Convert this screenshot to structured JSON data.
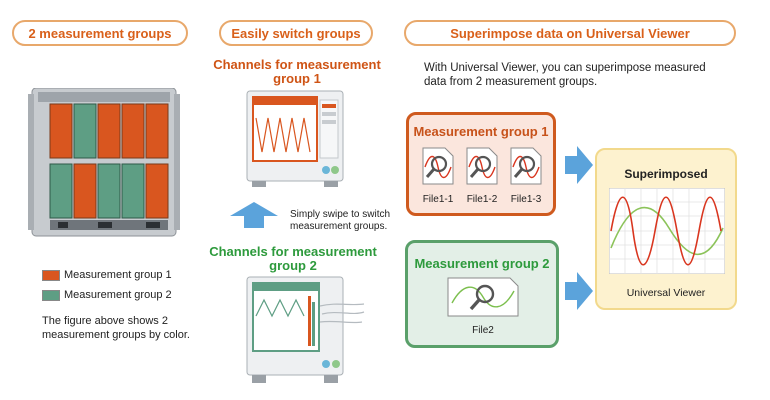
{
  "headers": {
    "groups": "2 measurement groups",
    "switch": "Easily switch groups",
    "superimpose": "Superimpose data on Universal Viewer"
  },
  "legend": {
    "group1": "Measurement group 1",
    "group2": "Measurement group 2",
    "note": "The figure above shows 2 measurement groups by color."
  },
  "switching": {
    "channels_group1": "Channels for measurement group 1",
    "channels_group2": "Channels for measurement group 2",
    "swipe_note": "Simply swipe to switch measurement groups."
  },
  "viewer": {
    "description": "With Universal Viewer, you can superimpose measured data from 2 measurement groups.",
    "group1_title": "Measurement group 1",
    "group1_files": [
      "File1-1",
      "File1-2",
      "File1-3"
    ],
    "group2_title": "Measurement group 2",
    "group2_files": [
      "File2"
    ],
    "superimposed_title": "Superimposed",
    "result_label": "Universal Viewer"
  },
  "colors": {
    "group1": "#d9561f",
    "group2": "#5e9e84",
    "accent": "#d9601a",
    "arrow": "#5ba3db"
  }
}
